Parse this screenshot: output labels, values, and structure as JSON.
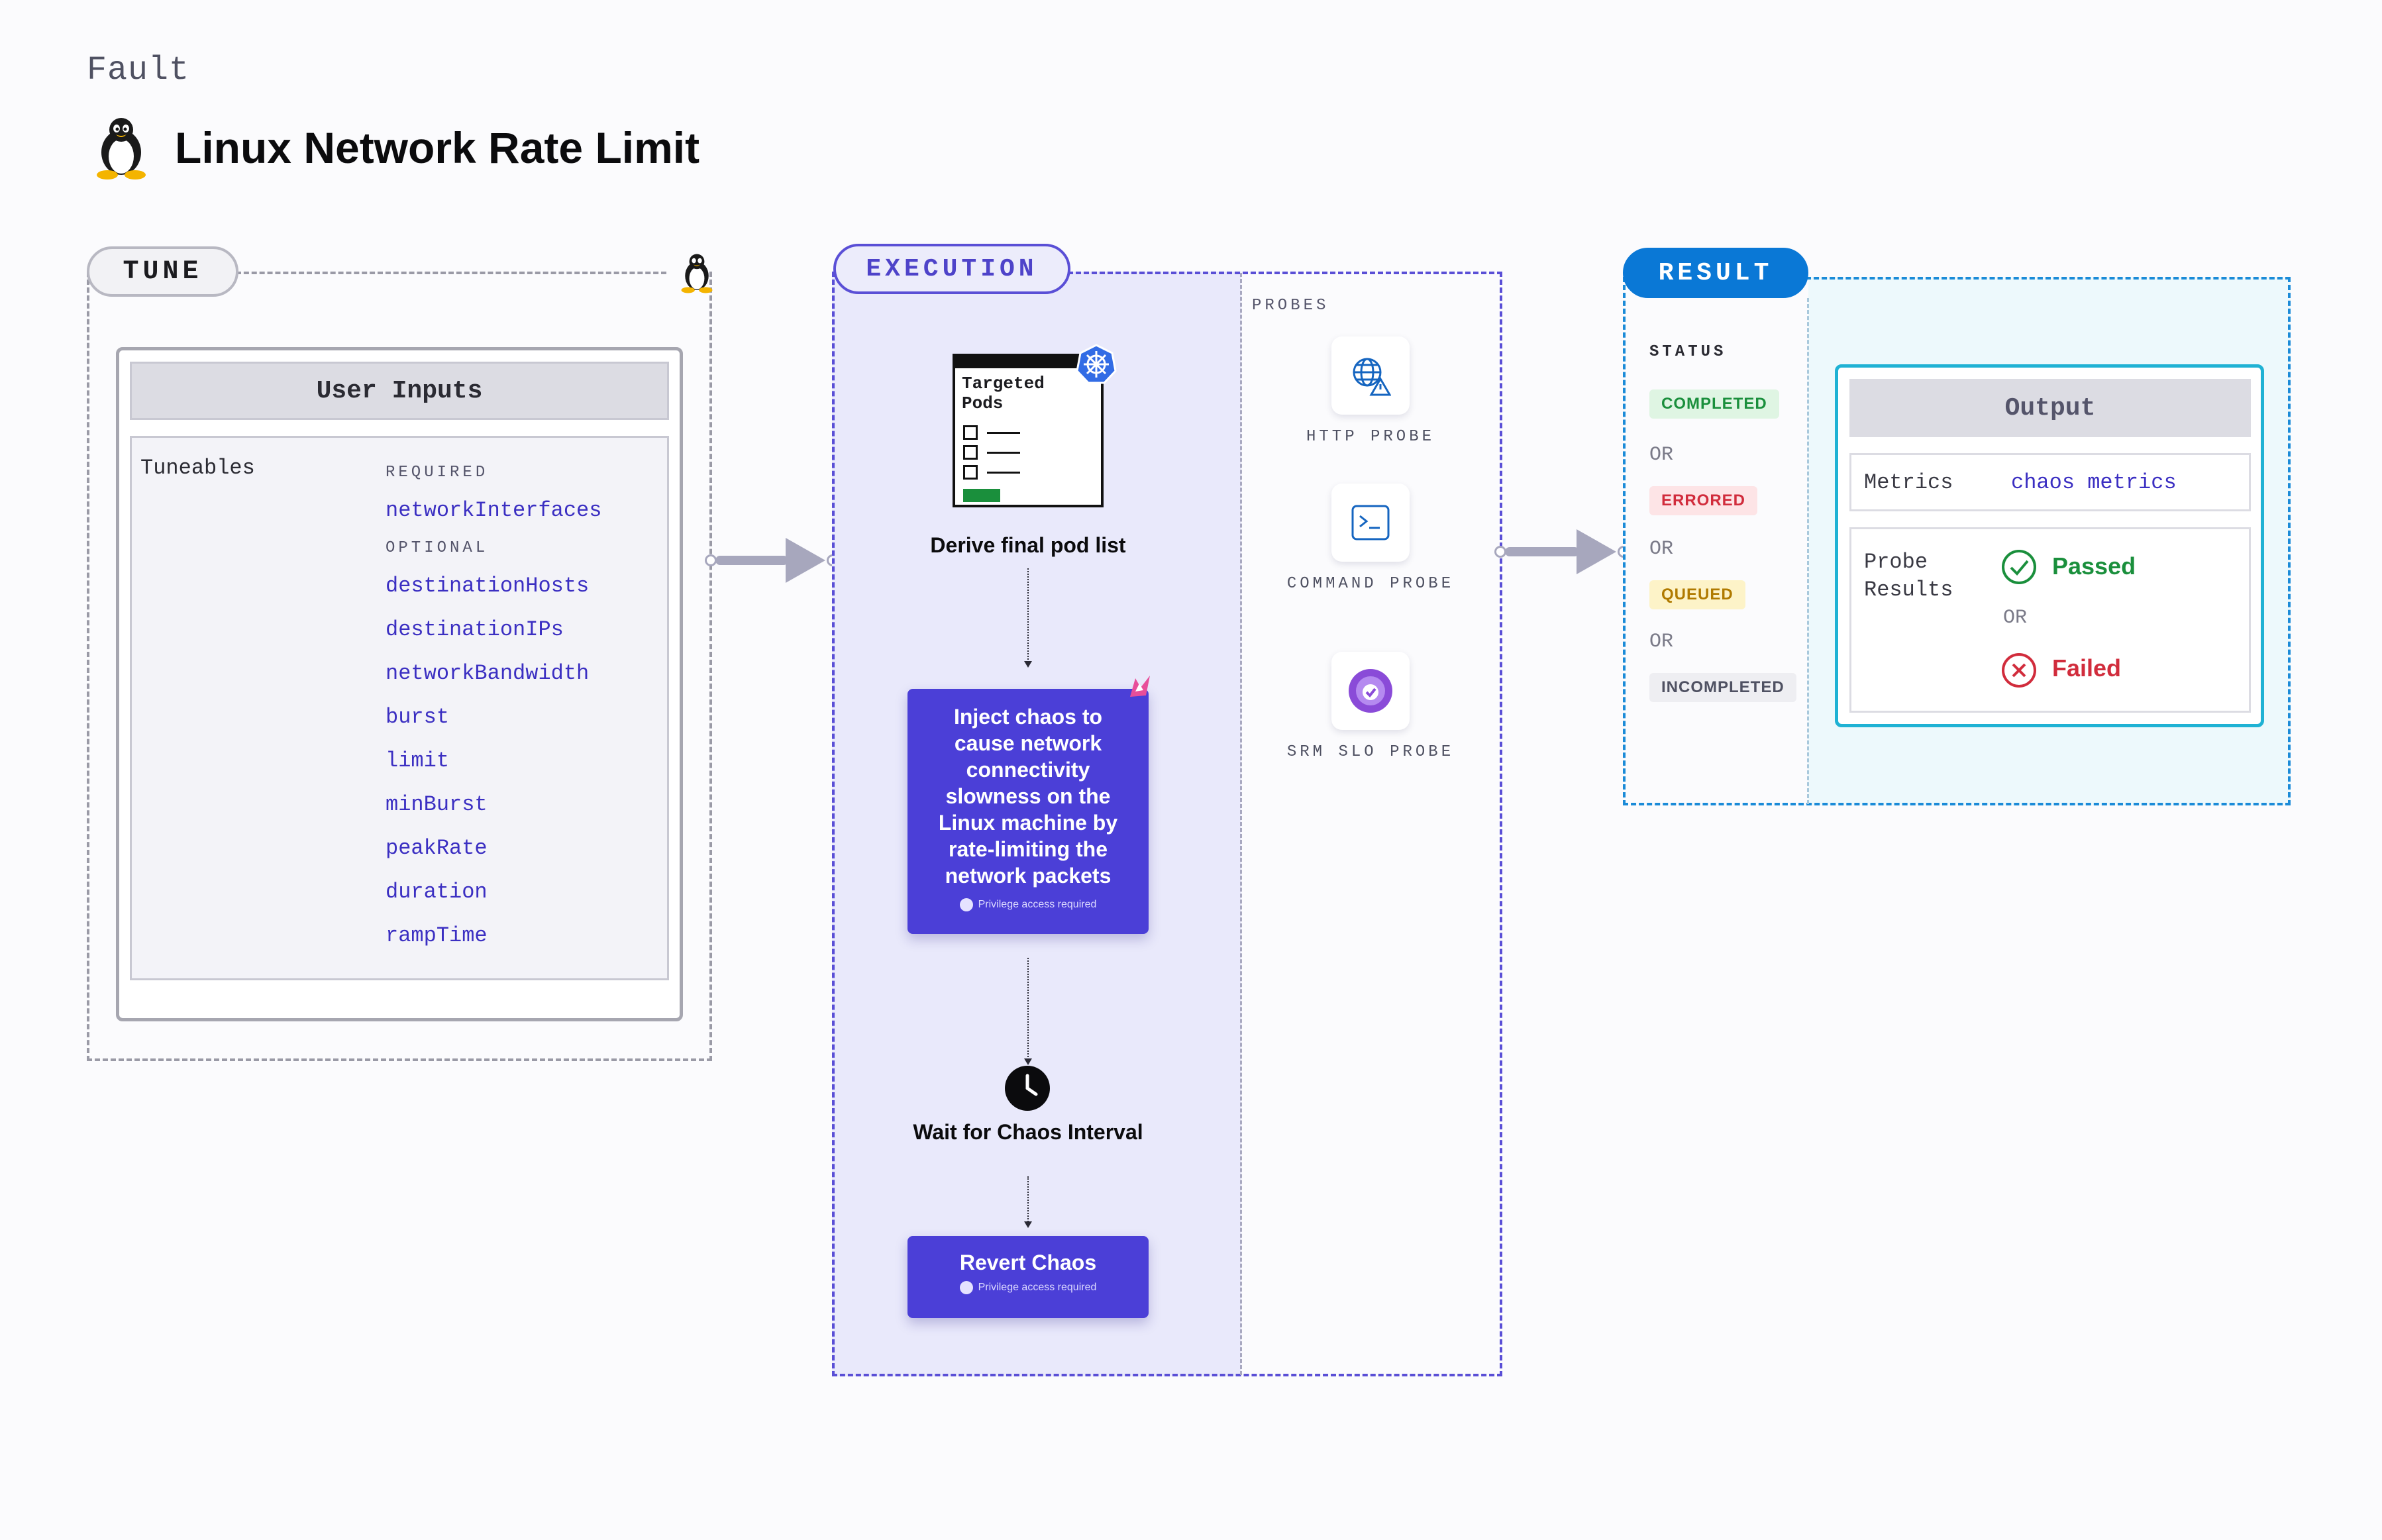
{
  "header": {
    "kind": "Fault",
    "title": "Linux Network Rate Limit",
    "icon": "linux-penguin-icon"
  },
  "tune": {
    "pill": "TUNE",
    "card_title": "User Inputs",
    "tuneables_label": "Tuneables",
    "required_label": "REQUIRED",
    "required": [
      "networkInterfaces"
    ],
    "optional_label": "OPTIONAL",
    "optional": [
      "destinationHosts",
      "destinationIPs",
      "networkBandwidth",
      "burst",
      "limit",
      "minBurst",
      "peakRate",
      "duration",
      "rampTime"
    ]
  },
  "execution": {
    "pill": "EXECUTION",
    "targeted_pods_title": "Targeted Pods",
    "step1_label": "Derive final pod list",
    "step2_text": "Inject chaos to cause network connectivity slowness on the Linux machine by rate-limiting the network packets",
    "step2_privilege": "Privilege access required",
    "step3_label": "Wait for Chaos Interval",
    "step4_text": "Revert Chaos",
    "step4_privilege": "Privilege access required",
    "probes_label": "PROBES",
    "probes": [
      "HTTP PROBE",
      "COMMAND PROBE",
      "SRM SLO PROBE"
    ]
  },
  "result": {
    "pill": "RESULT",
    "status_label": "STATUS",
    "statuses": [
      "COMPLETED",
      "ERRORED",
      "QUEUED",
      "INCOMPLETED"
    ],
    "or_text": "OR",
    "output_title": "Output",
    "metrics_label": "Metrics",
    "metrics_value": "chaos metrics",
    "probe_results_label": "Probe Results",
    "passed": "Passed",
    "failed": "Failed"
  },
  "colors": {
    "execution_accent": "#4b3fd7",
    "result_accent": "#0a78d6",
    "completed": "#1a8f3c",
    "errored": "#d12c3c",
    "queued": "#b07a00",
    "incompleted": "#4f5162"
  }
}
